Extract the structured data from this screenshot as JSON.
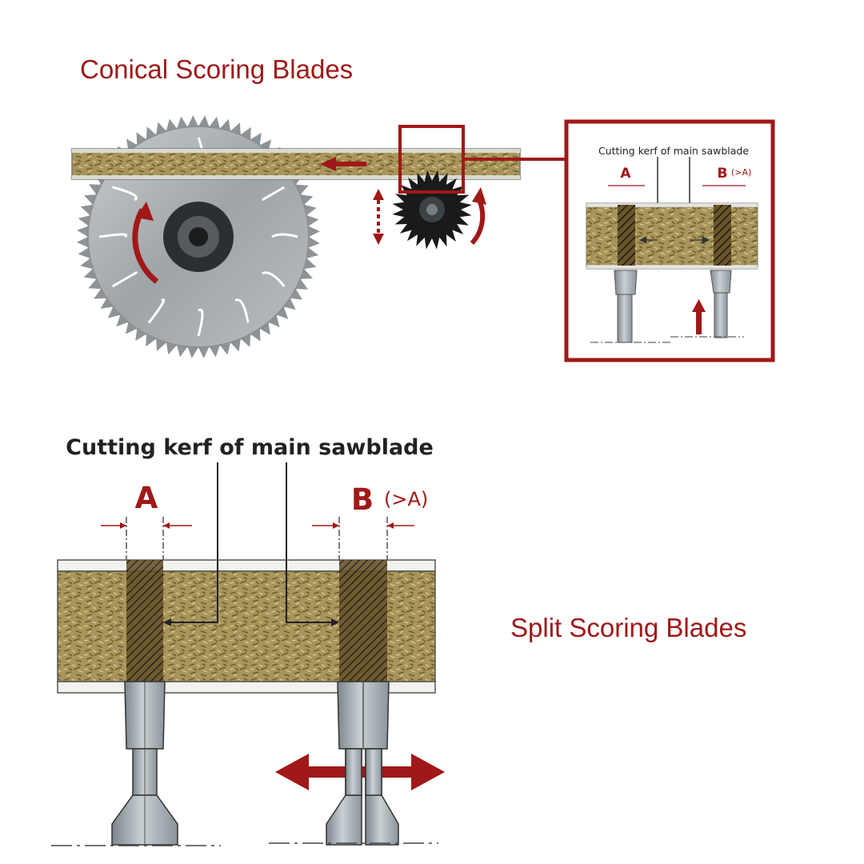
{
  "headings": {
    "conical": "Conical Scoring Blades",
    "split": "Split Scoring Blades"
  },
  "inset": {
    "kerf_label": "Cutting kerf of main sawblade",
    "label_a": "A",
    "label_b": "B",
    "label_b_note": "(>A)"
  },
  "detail": {
    "kerf_label": "Cutting kerf of main sawblade",
    "label_a": "A",
    "label_b": "B",
    "label_b_note": "(>A)"
  },
  "colors": {
    "accent_red": "#a01818",
    "panel_core": "#a8955a",
    "blade_steel": "#9aa3a8",
    "scoring_blade": "#1a1a1a"
  }
}
